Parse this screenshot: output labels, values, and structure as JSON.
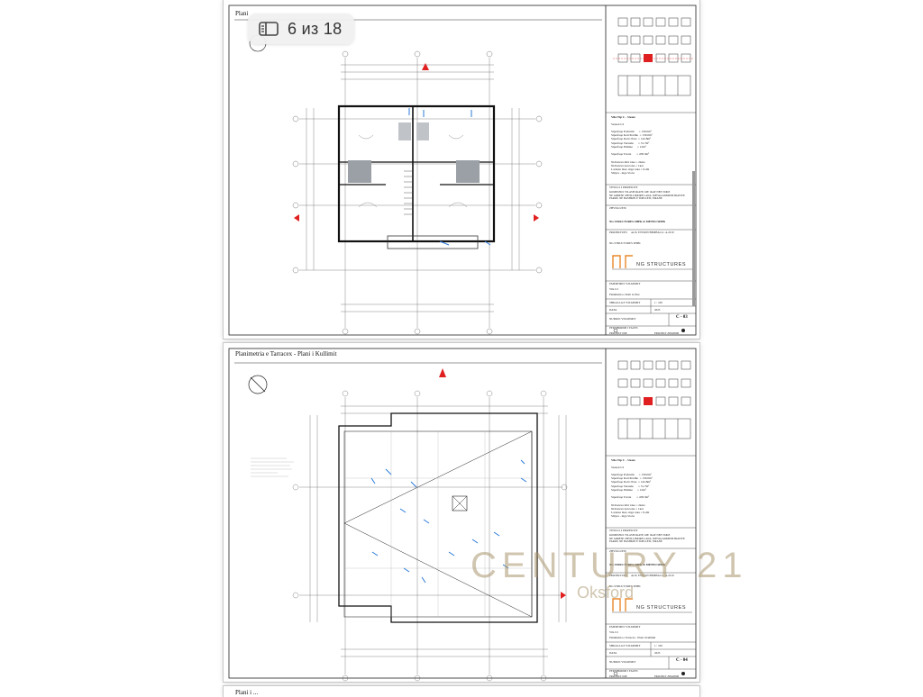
{
  "viewer": {
    "counter_text": "6 из 18",
    "counter_icon": "sidebar-icon"
  },
  "watermark": {
    "brand": "CENTURY 21",
    "office": "Oksford"
  },
  "pages": [
    {
      "title": "Plani",
      "sheet_number": "C - 03",
      "logo": "NG STRUCTURES",
      "title_block": {
        "villa_heading": "Vila Tip C - 3 kate",
        "villa_sub": "Vessen C2",
        "areas": "Siperfaqe Podrumi      = 130.0m²\nSiperfaqe Kati Perdhe  = 130.0m²\nSiperfaqe Kati i Pare  = 142.8m²\nSiperfaqe Verande      = 31.7m²\nSiperfaqe Pishine      = 12m²\n\nSiperfaqe Totale       = 458.3m²\n\nNr.Kateve mbi toke = 2kate\nNr.Kateve nen toke = 1kat\nLartesia max. mga toka = 9.2m\nShtyra - mga Vocie",
        "project_title_label": "TITULLI I PROJEKTIT",
        "project_title": "KOMPLEKS VILASH 2KATE, ME 1KAT NEN TOKE\nNE ADRESE ZHVILLIMORE LANA, NJESIA ADMINISTRATIVE\nFARKE, NE BASHKIN E TOPLLESI, TIRANE",
        "developer_label": "ZHVILLUESI",
        "developer": "NG STRUCTURES SHPK & METEO SHPK",
        "designer_label": "PROJEKTUES",
        "designer": "Arch. EVISON BEMBA   Lic. A.2210",
        "studio": "NG STRUCTURES SHPK",
        "drawing_label": "EMERTIMI I VIZATIMIT",
        "drawing_villa": "Vila C2",
        "drawing_name": "Planimetria e Katit te Pare",
        "scale_label": "SHKALLA E VIZATIMIT",
        "scale": "1 : 100",
        "date_label": "DATA",
        "date": "2023",
        "sheet_label": "NUMRI I VIZATIMIT",
        "revisions_label": "PERSHKRIMI I FAZES",
        "phase_a": "PROJEKT IDE",
        "phase_b": "PROJEKT ZBATIMI"
      }
    },
    {
      "title": "Planimetria e Tarracex - Plani i Kullimit",
      "sheet_number": "C - 04",
      "logo": "NG STRUCTURES",
      "title_block": {
        "villa_heading": "Vila Tip C - 3 kate",
        "villa_sub": "Vessen C2",
        "areas": "Siperfaqe Podrumi      = 130.0m²\nSiperfaqe Kati Perdhe  = 130.0m²\nSiperfaqe Kati i Pare  = 142.8m²\nSiperfaqe Verande      = 31.7m²\nSiperfaqe Pishine      = 12m²\n\nSiperfaqe Totale       = 458.3m²\n\nNr.Kateve mbi toke = 2kate\nNr.Kateve nen toke = 1kat\nLartesia max. mga toka = 9.2m\nShtyra - mga Vocie",
        "project_title_label": "TITULLI I PROJEKTIT",
        "project_title": "KOMPLEKS VILASH 2KATE, ME 1KAT NEN TOKE\nNE ADRESE ZHVILLIMORE LANA, NJESIA ADMINISTRATIVE\nFARKE, NE BASHKIN E TOPLLESI, TIRANE",
        "developer_label": "ZHVILLUESI",
        "developer": "NG STRUCTURES SHPK & METEO SHPK",
        "designer_label": "PROJEKTUES",
        "designer": "Arch. EVISON BEMBA   Lic. A.2210",
        "studio": "NG STRUCTURES SHPK",
        "drawing_label": "EMERTIMI I VIZATIMIT",
        "drawing_villa": "Vila C2",
        "drawing_name": "Planimetria e Tarracex - Plani i Kullimit",
        "scale_label": "SHKALLA E VIZATIMIT",
        "scale": "1 : 100",
        "date_label": "DATA",
        "date": "2023",
        "sheet_label": "NUMRI I VIZATIMIT",
        "revisions_label": "PERSHKRIMI I FAZES",
        "phase_a": "PROJEKT IDE",
        "phase_b": "PROJEKT ZBATIMI"
      }
    },
    {
      "title": "Plani i ...",
      "sheet_number": "",
      "logo": "",
      "title_block": {}
    }
  ],
  "colors": {
    "page_bg": "#ffffff",
    "viewer_bg": "#ffffff",
    "line": "#222222",
    "dim": "#555555",
    "accent_red": "#e02020",
    "drain_blue": "#2a7bd8",
    "logo_orange": "#e8892a",
    "watermark": "#aa966e"
  }
}
